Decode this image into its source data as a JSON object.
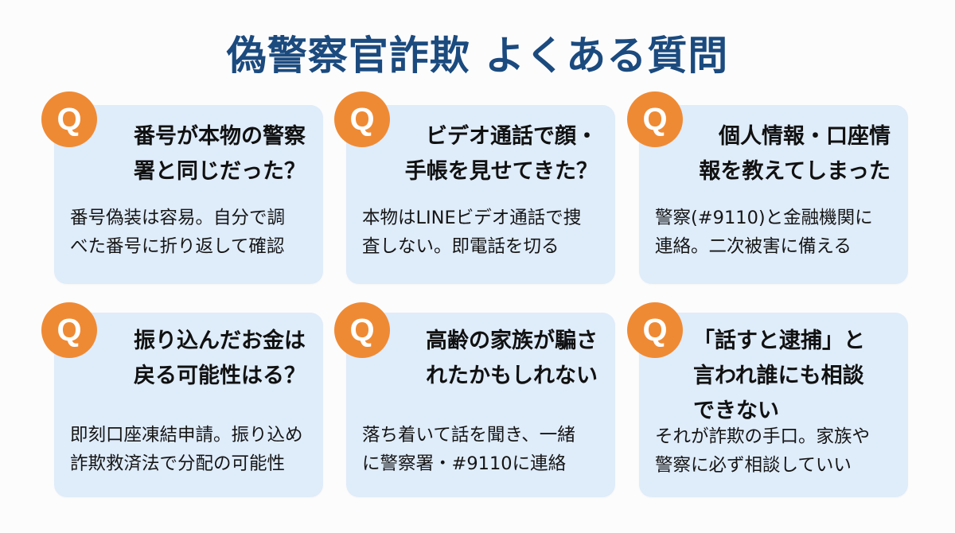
{
  "title": "偽警察官詐欺 よくある質問",
  "badge_label": "Q",
  "colors": {
    "title": "#1b4a7e",
    "badge": "#ef8a34",
    "card_bg": "#dfecfa"
  },
  "faq": [
    {
      "question": "番号が本物の警察\n署と同じだった？",
      "answer": "番号偽装は容易。自分で調\nべた番号に折り返して確認"
    },
    {
      "question": "ビデオ通話で顔・\n手帳を見せてきた？",
      "answer": "本物はLINEビデオ通話で捜\n査しない。即電話を切る"
    },
    {
      "question": "個人情報・口座情\n報を教えてしまった",
      "answer": "警察(#9110)と金融機関に\n連絡。二次被害に備える"
    },
    {
      "question": "振り込んだお金は\n戻る可能性はる？",
      "answer": "即刻口座凍結申請。振り込め\n詐欺救済法で分配の可能性"
    },
    {
      "question": "高齢の家族が騙さ\nれたかもしれない",
      "answer": "落ち着いて話を聞き、一緒\nに警察署・#9110に連絡"
    },
    {
      "question": "「話すと逮捕」と\n言われ誰にも相談\nできない",
      "answer": "それが詐欺の手口。家族や\n警察に必ず相談していい"
    }
  ]
}
